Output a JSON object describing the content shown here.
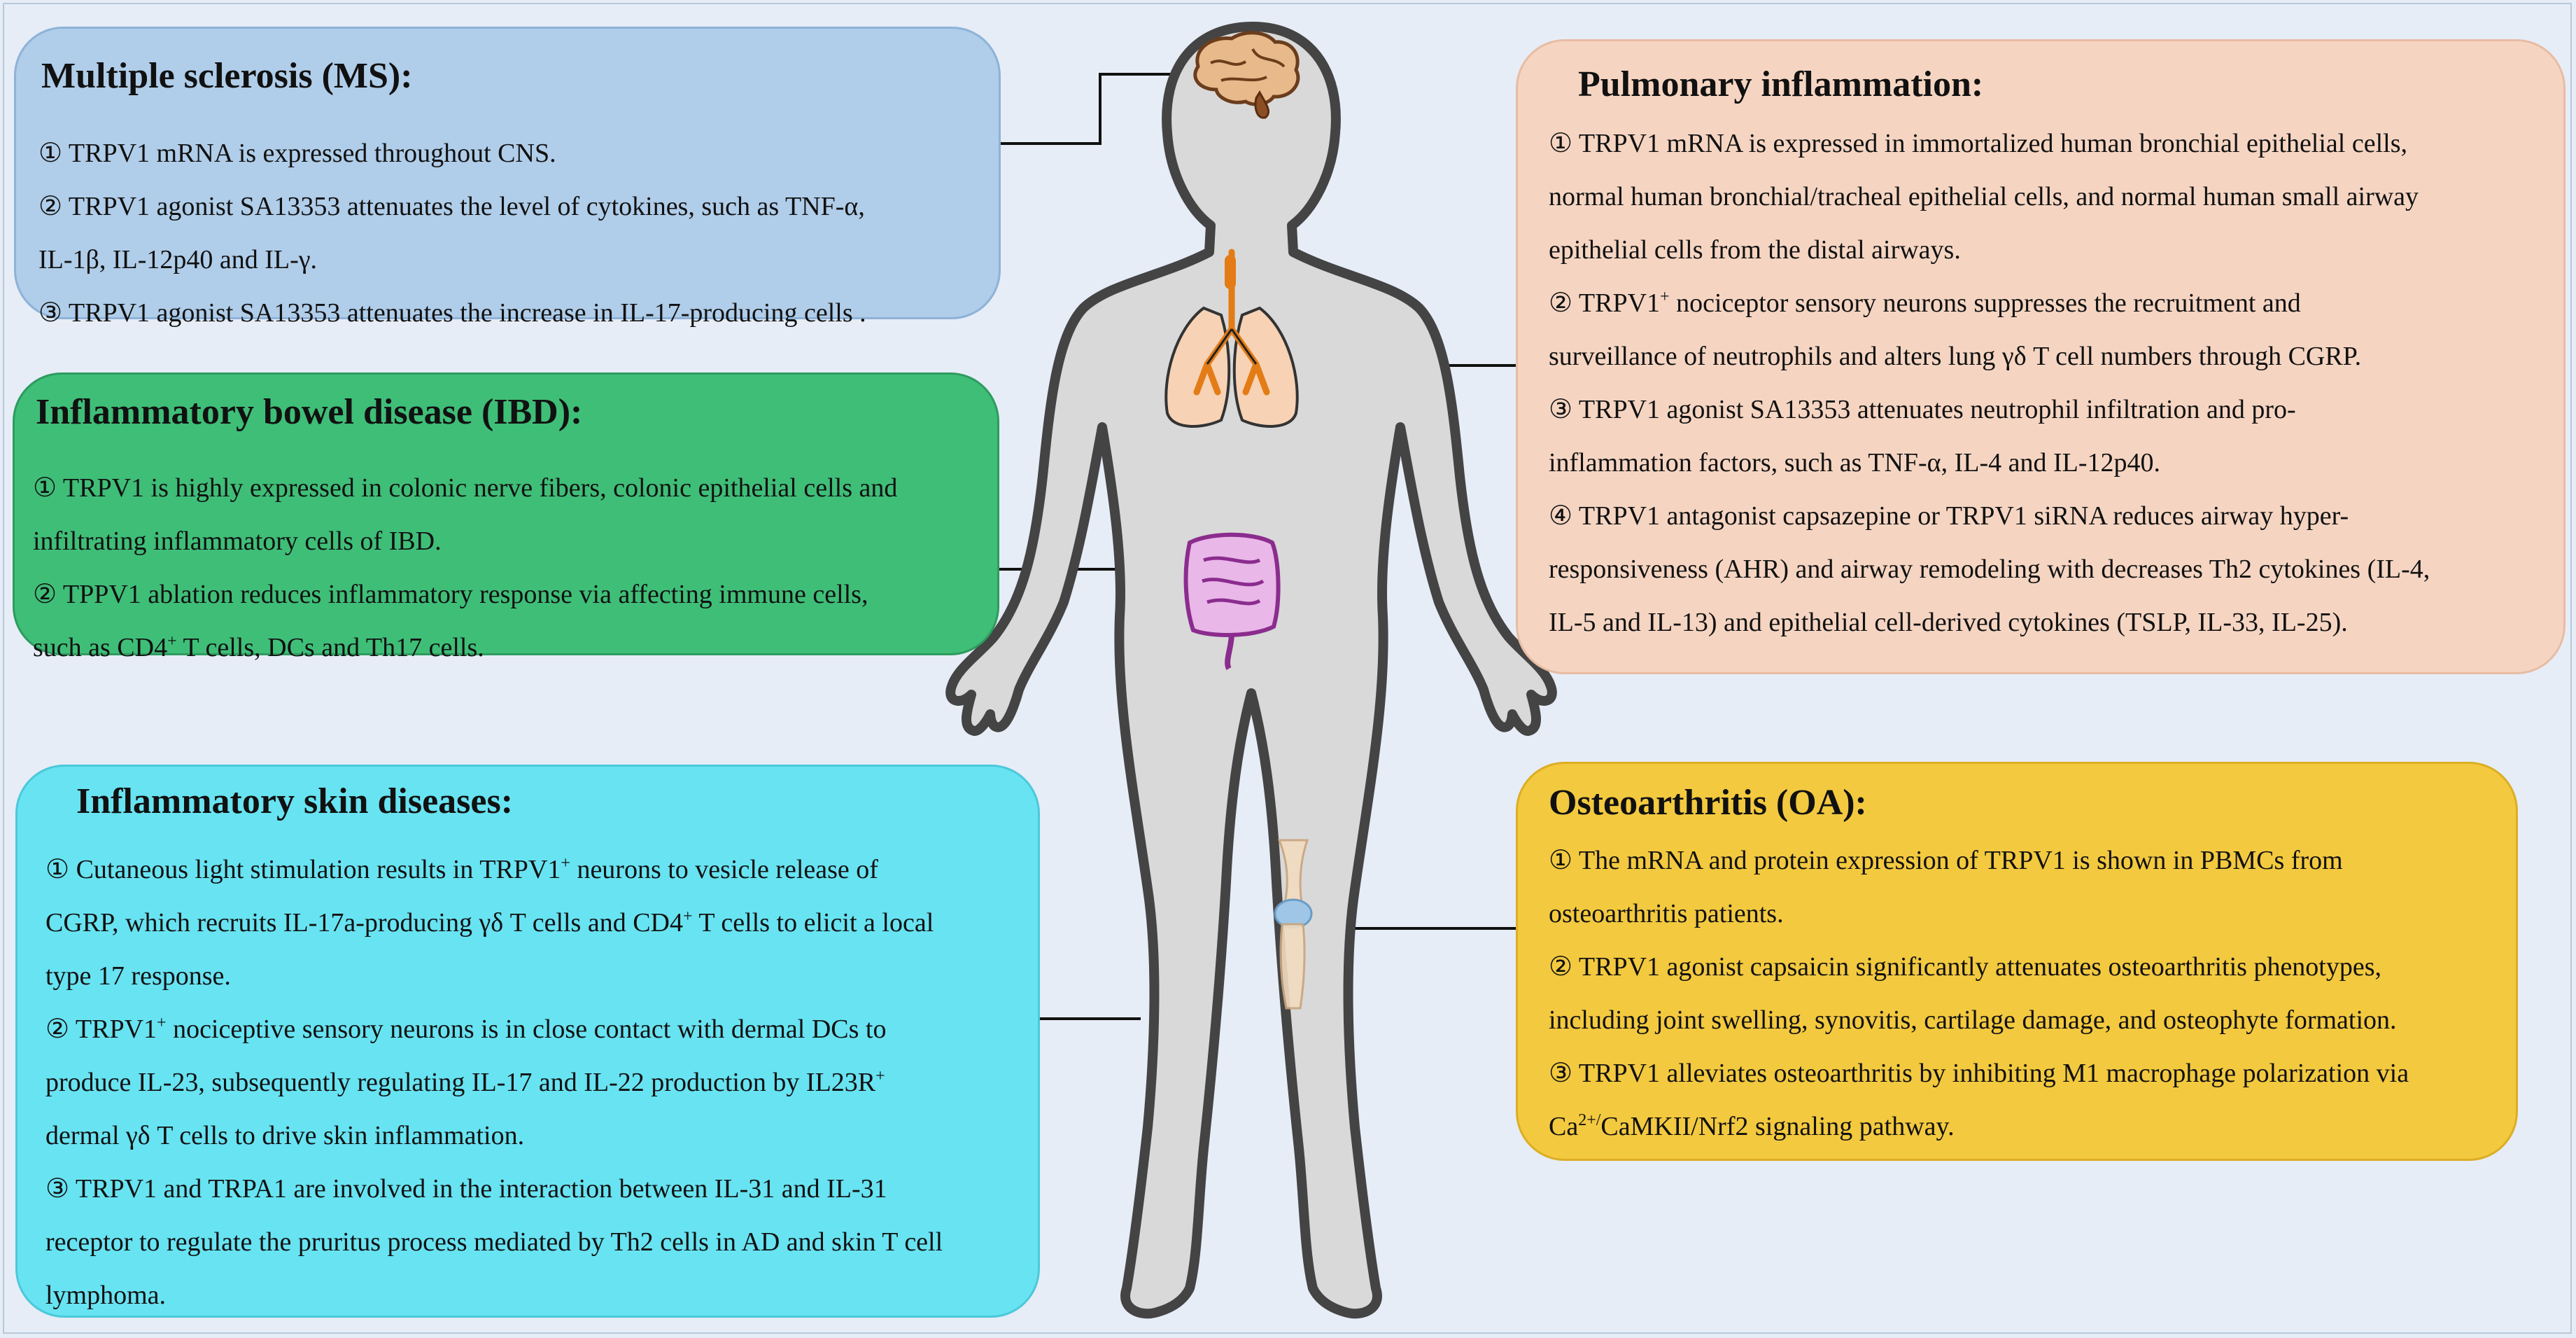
{
  "boxes": {
    "ms": {
      "title": "Multiple sclerosis (MS):",
      "lines": [
        "① TRPV1 mRNA is expressed throughout CNS.",
        "② TRPV1 agonist SA13353 attenuates the level of cytokines, such as TNF-α,",
        "IL-1β, IL-12p40 and IL-γ.",
        "③ TRPV1 agonist SA13353 attenuates the increase in IL-17-producing cells ."
      ]
    },
    "ibd": {
      "title": "Inflammatory bowel disease (IBD):",
      "line1": "① TRPV1 is highly expressed in colonic nerve fibers, colonic epithelial cells and",
      "line2": "infiltrating inflammatory cells of IBD.",
      "line3": "②  TPPV1 ablation reduces inflammatory response via affecting immune cells,",
      "line4_a": "such as CD4",
      "line4_sup": "+",
      "line4_b": " T cells, DCs and Th17 cells."
    },
    "skin": {
      "title": "Inflammatory skin diseases:",
      "line1_a": "① Cutaneous light stimulation results in TRPV1",
      "line1_sup": "+",
      "line1_b": " neurons to vesicle release of",
      "line2_a": "CGRP, which recruits IL-17a-producing γδ T cells and CD4",
      "line2_sup": "+",
      "line2_b": " T cells to elicit a local",
      "line3": "type 17 response.",
      "line4_a": "② TRPV1",
      "line4_sup": "+",
      "line4_b": " nociceptive sensory neurons is in close contact with dermal DCs to",
      "line5_a": "produce IL-23, subsequently regulating IL-17 and IL-22 production by IL23R",
      "line5_sup": "+",
      "line6": "dermal γδ T cells to drive skin inflammation.",
      "line7": "③ TRPV1 and TRPA1 are involved in the interaction between IL-31 and IL-31",
      "line8": "receptor to regulate the pruritus process mediated by Th2 cells in AD and skin T cell",
      "line9": "lymphoma."
    },
    "pulm": {
      "title": "Pulmonary inflammation:",
      "line1": "①  TRPV1 mRNA is expressed in immortalized human bronchial epithelial cells,",
      "line2": "normal human bronchial/tracheal epithelial cells, and normal human small airway",
      "line3": "epithelial cells from the distal airways.",
      "line4_a": "② TRPV1",
      "line4_sup": "+",
      "line4_b": " nociceptor sensory neurons suppresses the recruitment and",
      "line5": "surveillance of neutrophils and alters lung γδ T cell numbers through CGRP.",
      "line6": "③ TRPV1 agonist SA13353 attenuates neutrophil infiltration and pro-",
      "line7": "inflammation factors, such as TNF-α, IL-4 and IL-12p40.",
      "line8": "④ TRPV1 antagonist capsazepine or TRPV1 siRNA reduces airway hyper-",
      "line9": "responsiveness (AHR) and airway remodeling with decreases Th2 cytokines (IL-4,",
      "line10": "IL-5 and IL-13) and epithelial cell-derived cytokines (TSLP, IL-33,  IL-25)."
    },
    "oa": {
      "title": "Osteoarthritis (OA):",
      "line1": "① The mRNA and protein expression of TRPV1 is shown in PBMCs from",
      "line2": "osteoarthritis patients.",
      "line3": "② TRPV1 agonist capsaicin significantly attenuates osteoarthritis phenotypes,",
      "line4": "including joint swelling, synovitis, cartilage damage, and osteophyte formation.",
      "line5": "③ TRPV1 alleviates osteoarthritis by inhibiting M1 macrophage polarization via",
      "line6_a": "Ca",
      "line6_sup": "2+/",
      "line6_b": "CaMKII/Nrf2 signaling pathway."
    }
  },
  "colors": {
    "ms": "#b0cde9",
    "ibd": "#3fbe78",
    "skin": "#68e3f2",
    "pulm": "#f5d5c2",
    "oa": "#f3c93f",
    "body_fill": "#d9d9d9",
    "body_outline": "#444444"
  },
  "figure": {
    "body": "human-body-silhouette",
    "organs": [
      "brain-icon",
      "lungs-icon",
      "intestine-icon",
      "knee-joint-icon"
    ]
  }
}
